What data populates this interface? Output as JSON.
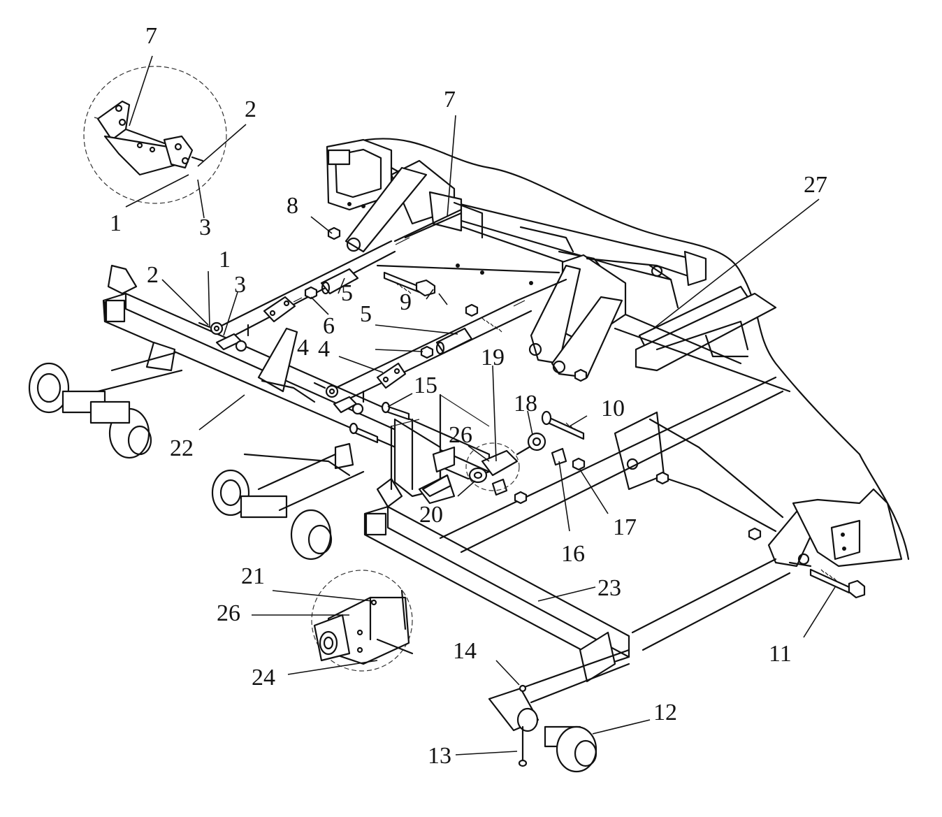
{
  "labels": {
    "inset_top_7": "7",
    "inset_top_2": "2",
    "inset_top_1": "1",
    "inset_top_3": "3",
    "p7": "7",
    "p27": "27",
    "p8": "8",
    "p1": "1",
    "p2": "2",
    "p3": "3",
    "p9": "9",
    "p5a": "5",
    "p6": "6",
    "p5b": "5",
    "p4a": "4",
    "p4b": "4",
    "p15": "15",
    "p19": "19",
    "p18": "18",
    "p10": "10",
    "p26": "26",
    "p22": "22",
    "p20": "20",
    "p16": "16",
    "p17": "17",
    "p21": "21",
    "inset_bot_26": "26",
    "p24": "24",
    "p23": "23",
    "p14": "14",
    "p11": "11",
    "p12": "12",
    "p13": "13"
  }
}
